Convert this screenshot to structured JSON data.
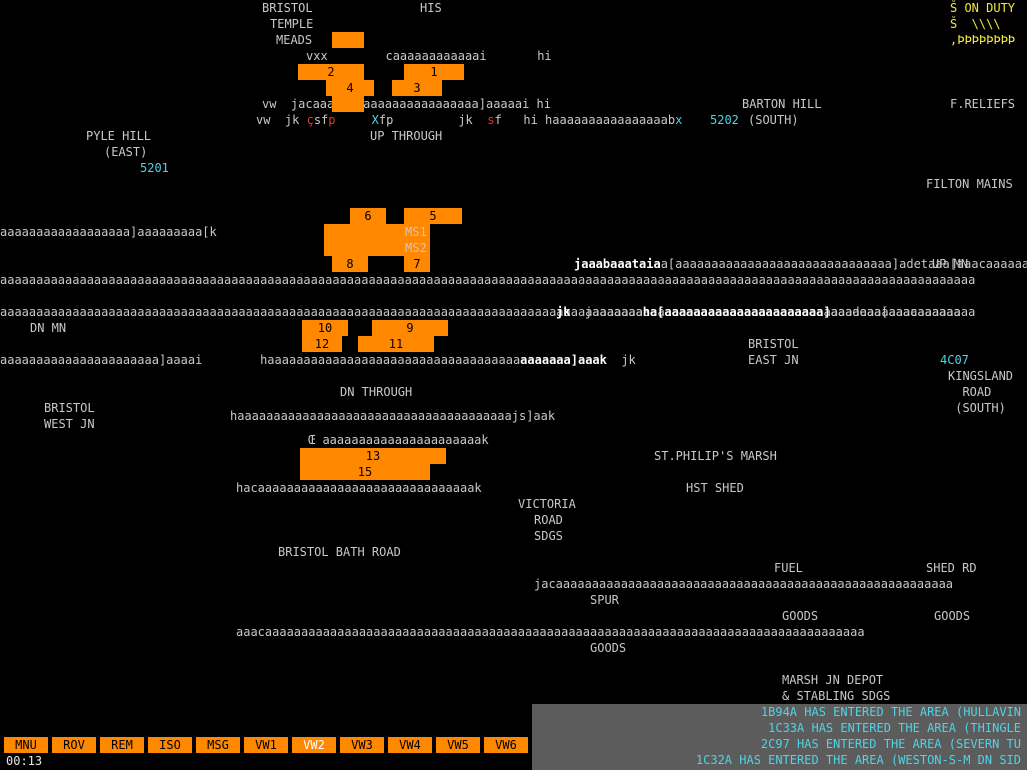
{
  "labels": {
    "bristol": "BRISTOL",
    "temple": "TEMPLE",
    "meads": "MEADS",
    "his": "HIS",
    "barton_hill": "BARTON HILL",
    "south1": "(SOUTH)",
    "pyle_hill": "PYLE HILL",
    "east": "(EAST)",
    "f_reliefs": "F.RELIEFS",
    "filton_mains": "FILTON MAINS",
    "up_mn": "UP MN",
    "dn_mn": "DN MN",
    "bristol_east_jn": "BRISTOL\nEAST JN",
    "kingsland": "KINGSLAND\n  ROAD\n (SOUTH)",
    "bristol_west_jn": "BRISTOL\nWEST JN",
    "dn_through": "DN THROUGH",
    "up_through": "UP THROUGH",
    "bristol_bath_road": "BRISTOL BATH ROAD",
    "st_philips_marsh": "ST.PHILIP'S MARSH",
    "hst_shed": "HST SHED",
    "victoria": "VICTORIA",
    "road": "ROAD",
    "sdgs": "SDGS",
    "fuel": "FUEL",
    "shed_rd": "SHED RD",
    "spur": "SPUR",
    "goods1": "GOODS",
    "goods2": "GOODS",
    "goods3": "GOODS",
    "marsh_jn_depot": "MARSH JN DEPOT",
    "stabling_sdgs": "& STABLING SDGS",
    "on_duty": "ON DUTY",
    "ms1": "MS1",
    "ms2": "MS2",
    "berth_5201": "5201",
    "berth_5202": "5202",
    "berth_4c07": "4C07"
  },
  "signals": [
    "1",
    "2",
    "3",
    "4",
    "5",
    "6",
    "7",
    "8",
    "9",
    "10",
    "11",
    "12",
    "13",
    "15"
  ],
  "messages": [
    "1B94A HAS ENTERED THE AREA (HULLAVIN",
    "1C33A HAS ENTERED THE AREA (THINGLE",
    "2C97 HAS ENTERED THE AREA (SEVERN TU",
    "1C32A HAS ENTERED THE AREA (WESTON-S-M DN SID"
  ],
  "menu": [
    "MNU",
    "ROV",
    "REM",
    "ISO",
    "MSG",
    "VW1",
    "VW2",
    "VW3",
    "VW4",
    "VW5",
    "VW6"
  ],
  "menu_selected": "VW2",
  "clock": "00:13"
}
